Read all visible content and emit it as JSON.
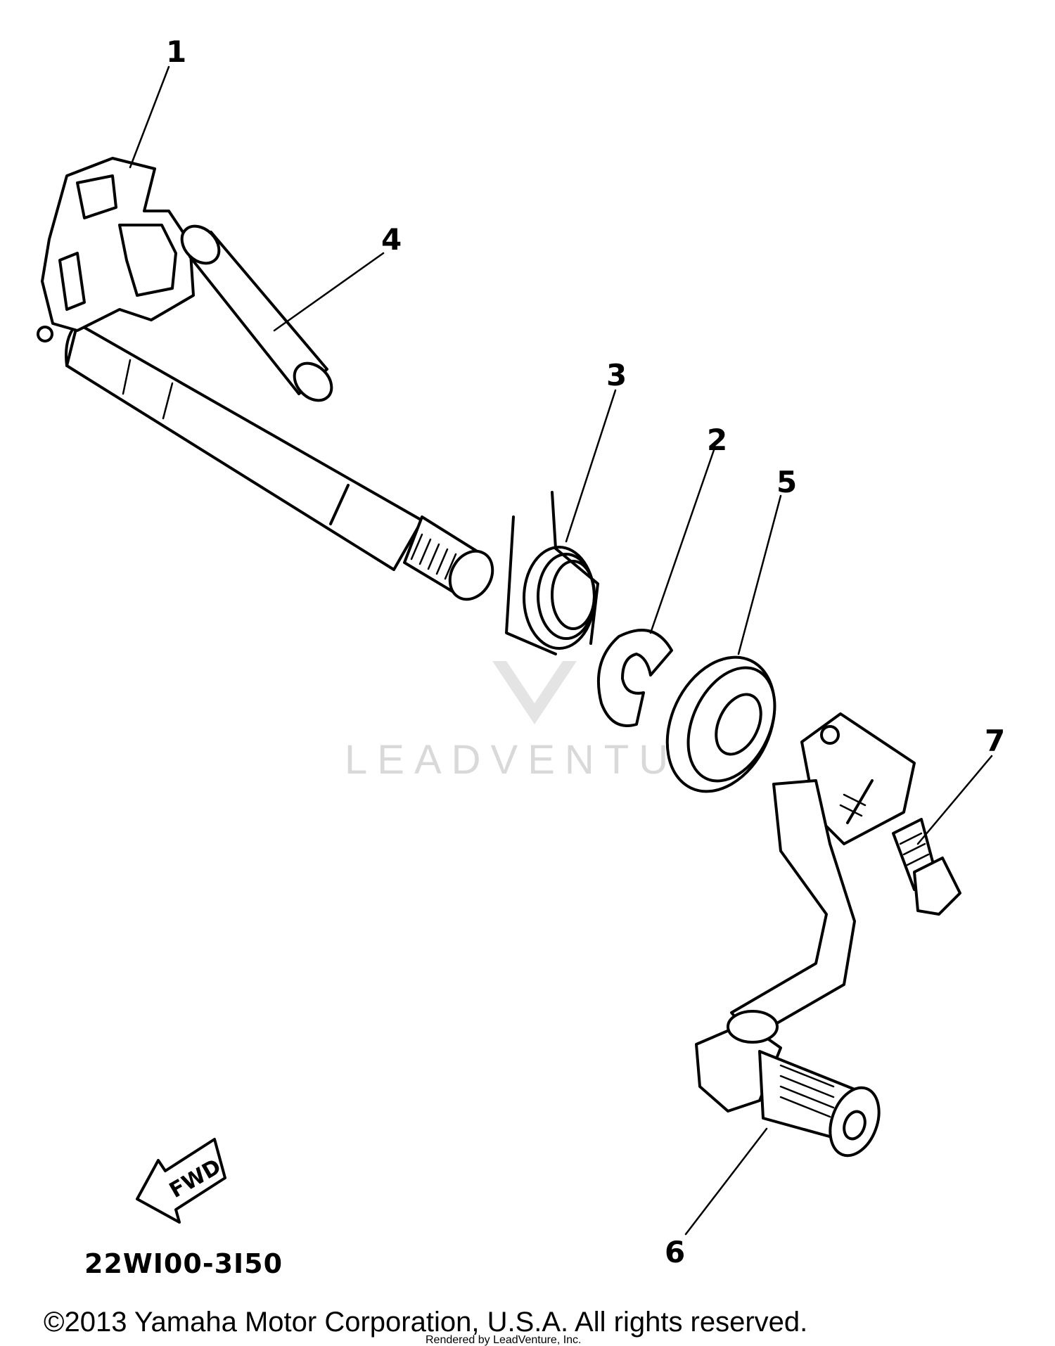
{
  "diagram": {
    "part_number": "22WI00-3I50",
    "fwd_label": "FWD",
    "watermark": "LEADVENTURE",
    "copyright": "©2013 Yamaha Motor Corporation, U.S.A. All rights reserved.",
    "rendered_by": "Rendered by LeadVenture, Inc.",
    "callouts": [
      "1",
      "2",
      "3",
      "4",
      "5",
      "6",
      "7"
    ]
  }
}
